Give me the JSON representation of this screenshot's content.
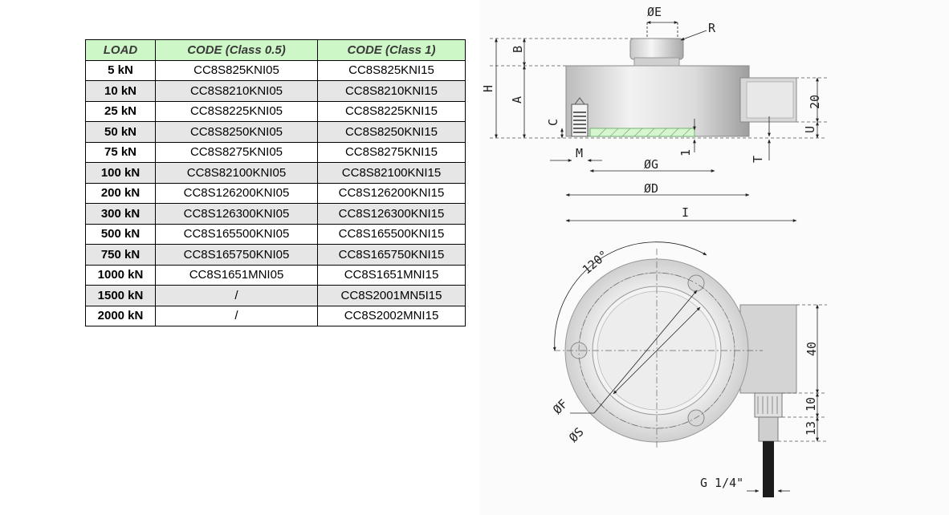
{
  "table": {
    "headers": [
      "LOAD",
      "CODE (Class 0.5)",
      "CODE (Class 1)"
    ],
    "rows": [
      {
        "load": "5 kN",
        "c05": "CC8S825KNI05",
        "c1": "CC8S825KNI15"
      },
      {
        "load": "10 kN",
        "c05": "CC8S8210KNI05",
        "c1": "CC8S8210KNI15"
      },
      {
        "load": "25 kN",
        "c05": "CC8S8225KNI05",
        "c1": "CC8S8225KNI15"
      },
      {
        "load": "50 kN",
        "c05": "CC8S8250KNI05",
        "c1": "CC8S8250KNI15"
      },
      {
        "load": "75 kN",
        "c05": "CC8S8275KNI05",
        "c1": "CC8S8275KNI15"
      },
      {
        "load": "100 kN",
        "c05": "CC8S82100KNI05",
        "c1": "CC8S82100KNI15"
      },
      {
        "load": "200 kN",
        "c05": "CC8S126200KNI05",
        "c1": "CC8S126200KNI15"
      },
      {
        "load": "300 kN",
        "c05": "CC8S126300KNI05",
        "c1": "CC8S126300KNI15"
      },
      {
        "load": "500 kN",
        "c05": "CC8S165500KNI05",
        "c1": "CC8S165500KNI15"
      },
      {
        "load": "750 kN",
        "c05": "CC8S165750KNI05",
        "c1": "CC8S165750KNI15"
      },
      {
        "load": "1000 kN",
        "c05": "CC8S1651MNI05",
        "c1": "CC8S1651MNI15"
      },
      {
        "load": "1500 kN",
        "c05": "/",
        "c1": "CC8S2001MN5I15"
      },
      {
        "load": "2000 kN",
        "c05": "/",
        "c1": "CC8S2002MNI15"
      }
    ],
    "colors": {
      "header_bg": "#cdf7c6",
      "alt_row_bg": "#e6e6e6"
    }
  },
  "drawing": {
    "side": {
      "dim_E": "ØE",
      "dim_R": "R",
      "dim_B": "B",
      "dim_H": "H",
      "dim_A": "A",
      "dim_C": "C",
      "dim_M": "M",
      "dim_G": "ØG",
      "dim_D": "ØD",
      "dim_1": "1",
      "dim_T": "T",
      "dim_I": "I",
      "dim_20": "20",
      "dim_U": "U"
    },
    "top": {
      "angle": "120°",
      "dim_F": "ØF",
      "dim_S": "ØS",
      "dim_40": "40",
      "dim_10": "10",
      "dim_13": "13",
      "thread": "G 1/4\""
    }
  }
}
